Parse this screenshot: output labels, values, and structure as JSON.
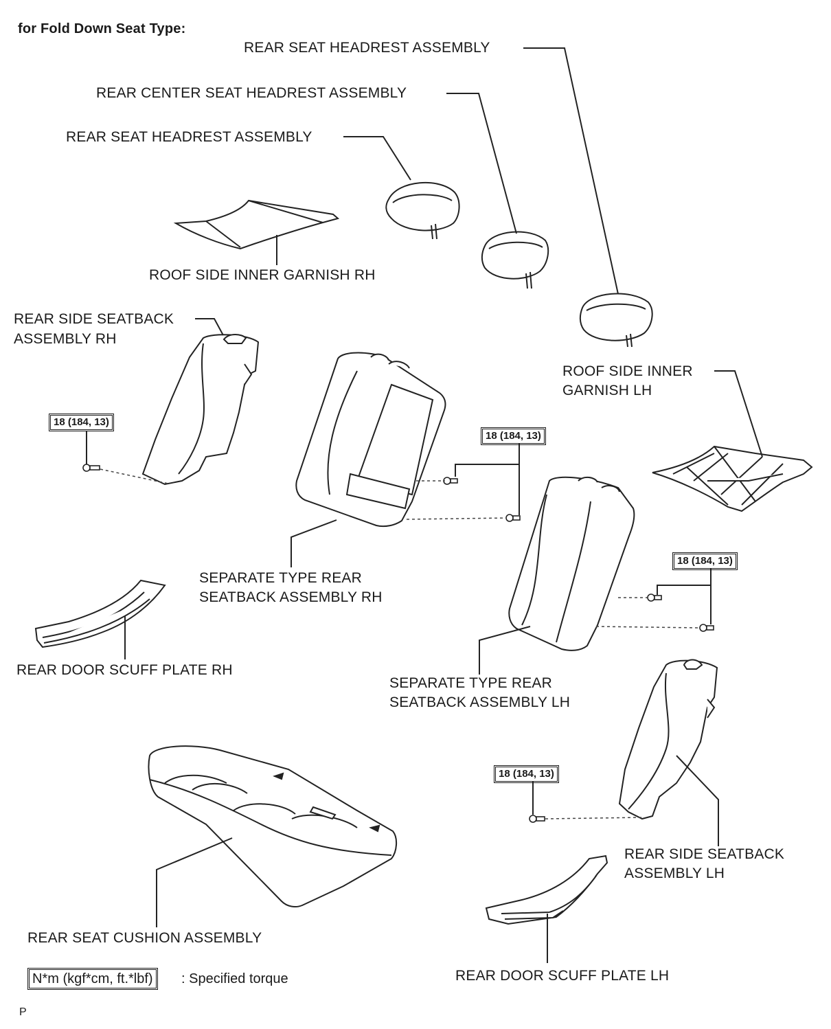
{
  "header": "for Fold Down Seat Type:",
  "labels": {
    "rear_seat_headrest_top": "REAR SEAT HEADREST ASSEMBLY",
    "rear_center_headrest": "REAR CENTER SEAT HEADREST ASSEMBLY",
    "rear_seat_headrest_left": "REAR SEAT HEADREST ASSEMBLY",
    "roof_garnish_rh": "ROOF SIDE INNER GARNISH RH",
    "side_seatback_rh_1": "REAR SIDE SEATBACK",
    "side_seatback_rh_2": "ASSEMBLY RH",
    "roof_garnish_lh_1": "ROOF SIDE INNER",
    "roof_garnish_lh_2": "GARNISH LH",
    "sep_seatback_rh_1": "SEPARATE TYPE REAR",
    "sep_seatback_rh_2": "SEATBACK ASSEMBLY RH",
    "scuff_rh": "REAR DOOR SCUFF PLATE RH",
    "sep_seatback_lh_1": "SEPARATE TYPE REAR",
    "sep_seatback_lh_2": "SEATBACK ASSEMBLY LH",
    "side_seatback_lh_1": "REAR SIDE SEATBACK",
    "side_seatback_lh_2": "ASSEMBLY LH",
    "cushion": "REAR SEAT CUSHION ASSEMBLY",
    "scuff_lh": "REAR DOOR SCUFF PLATE LH"
  },
  "torque": {
    "t1": "18 (184, 13)",
    "t2": "18 (184, 13)",
    "t3": "18 (184, 13)",
    "t4": "18 (184, 13)"
  },
  "legend": {
    "box": "N*m (kgf*cm, ft.*lbf)",
    "text": ": Specified torque"
  },
  "footer": "P"
}
